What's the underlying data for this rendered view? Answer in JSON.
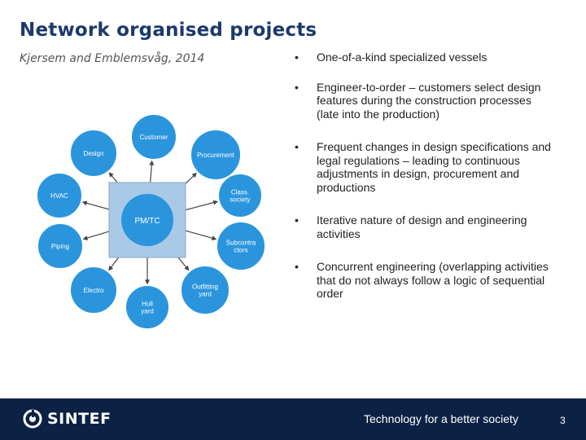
{
  "slide": {
    "title": "Network organised projects",
    "subtitle": "Kjersem and Emblemsvåg, 2014"
  },
  "bullets": [
    "One-of-a-kind specialized vessels",
    "Engineer-to-order – customers select design features during the construction processes (late into the production)",
    "Frequent changes in design specifications and legal regulations – leading to continuous adjustments in design, procurement and productions",
    "Iterative nature of design and engineering activities",
    "Concurrent engineering (overlapping activities that do not always follow a logic of sequential order"
  ],
  "bullet_symbol": "•",
  "diagram": {
    "center_label": "PM/TC",
    "nodes": [
      "Customer",
      "Procurement",
      "Class. society",
      "Subcontra ctors",
      "Outfitting yard",
      "Hull yard",
      "Electro",
      "Piping",
      "HVAC",
      "Design"
    ]
  },
  "footer": {
    "logo_text": "SINTEF",
    "tagline": "Technology for a better society",
    "page_number": "3"
  },
  "colors": {
    "title": "#1b3a6b",
    "footer_bg": "#0c2244",
    "node_fill": "#2a95dd",
    "center_fill": "#a9c9e6"
  }
}
